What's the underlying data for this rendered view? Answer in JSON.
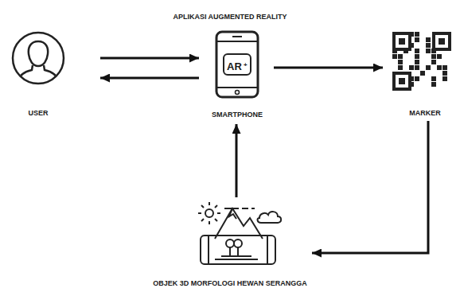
{
  "diagram": {
    "title": "APLIKASI AUGMENTED REALITY",
    "nodes": [
      {
        "text": [
          "USER"
        ]
      },
      {
        "text": [
          "SMARTPHONE"
        ]
      },
      {
        "text": [
          "MARKER"
        ]
      },
      {
        "text": [
          "OBJEK 3D MORFOLOGI HEWAN SERANGGA"
        ]
      }
    ],
    "edges": [
      {
        "from": 0,
        "to": 1,
        "arrow": "to"
      },
      {
        "from": 1,
        "to": 0,
        "arrow": "to"
      },
      {
        "from": 1,
        "to": 2,
        "arrow": "to"
      },
      {
        "from": 2,
        "to": 3,
        "arrow": "to"
      },
      {
        "from": 3,
        "to": 1,
        "arrow": "to"
      }
    ],
    "labels": [
      "AR",
      "+"
    ]
  }
}
